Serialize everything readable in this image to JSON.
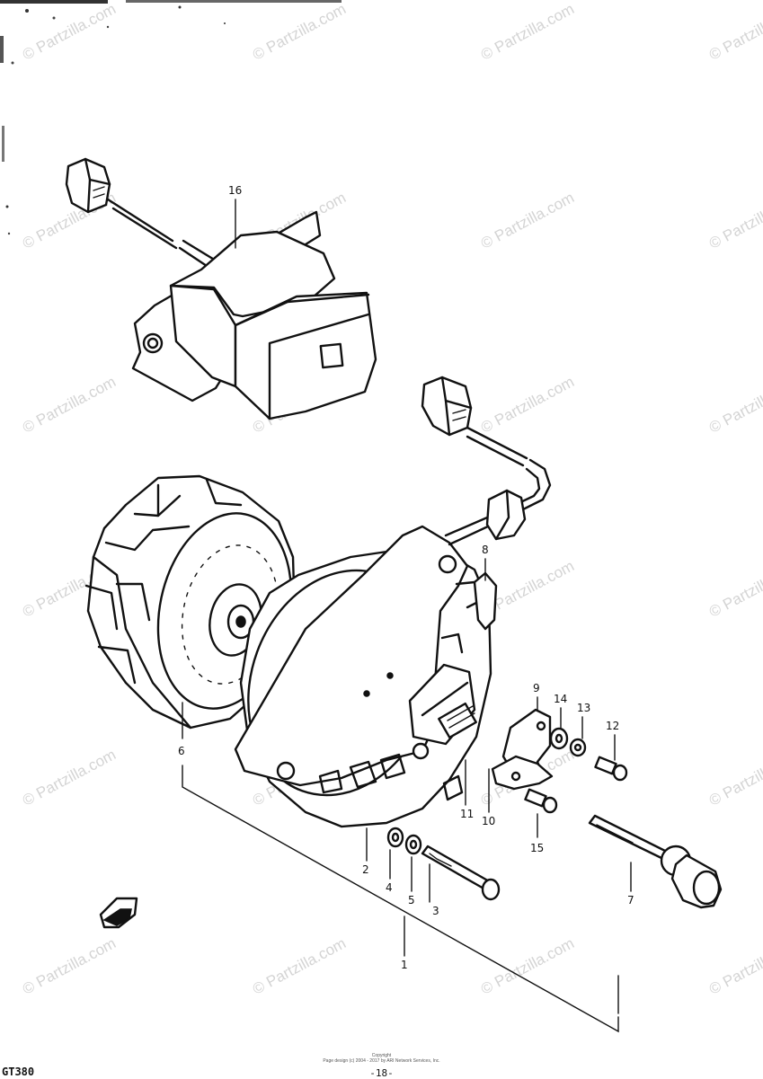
{
  "watermark": {
    "text": "© Partzilla.com"
  },
  "callouts": [
    {
      "id": "1",
      "label": "1"
    },
    {
      "id": "2",
      "label": "2"
    },
    {
      "id": "3",
      "label": "3"
    },
    {
      "id": "4",
      "label": "4"
    },
    {
      "id": "5",
      "label": "5"
    },
    {
      "id": "6",
      "label": "6"
    },
    {
      "id": "7",
      "label": "7"
    },
    {
      "id": "8",
      "label": "8"
    },
    {
      "id": "9",
      "label": "9"
    },
    {
      "id": "10",
      "label": "10"
    },
    {
      "id": "11",
      "label": "11"
    },
    {
      "id": "12",
      "label": "12"
    },
    {
      "id": "13",
      "label": "13"
    },
    {
      "id": "14",
      "label": "14"
    },
    {
      "id": "15",
      "label": "15"
    },
    {
      "id": "16",
      "label": "16"
    }
  ],
  "footer": {
    "model": "GT380",
    "page": "-18-",
    "copyright_line1": "Copyright",
    "copyright_line2": "Page design (c) 2004 - 2017 by ARI Network Services, Inc."
  }
}
